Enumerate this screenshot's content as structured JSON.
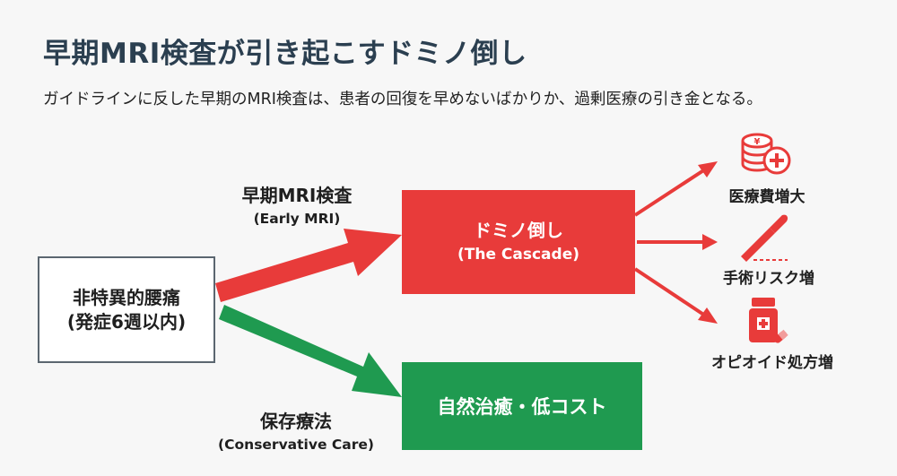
{
  "title": "早期MRI検査が引き起こすドミノ倒し",
  "subtitle": "ガイドラインに反した早期のMRI検査は、患者の回復を早めないばかりか、過剰医療の引き金となる。",
  "start": {
    "line1": "非特異的腰痛",
    "line2": "(発症6週以内)"
  },
  "upper_path": {
    "label": "早期MRI検査",
    "label_en": "(Early MRI)"
  },
  "lower_path": {
    "label": "保存療法",
    "label_en": "(Conservative Care)"
  },
  "cascade": {
    "line1": "ドミノ倒し",
    "line2": "(The Cascade)"
  },
  "natural": {
    "label": "自然治癒・低コスト"
  },
  "outcomes": [
    {
      "label": "医療費増大",
      "icon": "coins-yen-plus-icon"
    },
    {
      "label": "手術リスク増",
      "icon": "scalpel-icon"
    },
    {
      "label": "オピオイド処方増",
      "icon": "pill-bottle-icon"
    }
  ],
  "colors": {
    "red": "#e83b3a",
    "green": "#1f9a50",
    "title": "#2b3f50"
  }
}
